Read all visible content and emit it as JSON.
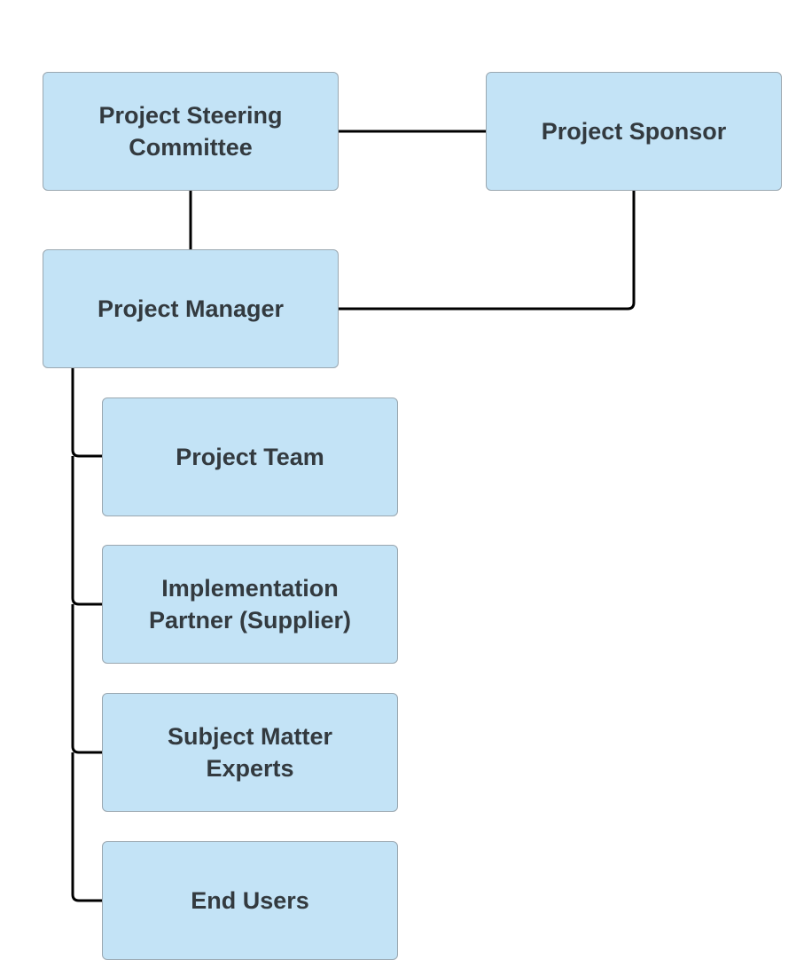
{
  "nodes": {
    "steering_committee": "Project Steering\nCommittee",
    "sponsor": "Project Sponsor",
    "manager": "Project Manager",
    "team": "Project Team",
    "partner": "Implementation\nPartner (Supplier)",
    "sme": "Subject Matter\nExperts",
    "end_users": "End Users"
  },
  "edges": [
    {
      "from": "steering_committee",
      "to": "sponsor"
    },
    {
      "from": "steering_committee",
      "to": "manager"
    },
    {
      "from": "sponsor",
      "to": "manager"
    },
    {
      "from": "manager",
      "to": "team"
    },
    {
      "from": "manager",
      "to": "partner"
    },
    {
      "from": "manager",
      "to": "sme"
    },
    {
      "from": "manager",
      "to": "end_users"
    }
  ],
  "colors": {
    "node_fill": "#c3e3f6",
    "node_border": "#9aa7b0",
    "text": "#333a3f",
    "connector": "#000000"
  }
}
